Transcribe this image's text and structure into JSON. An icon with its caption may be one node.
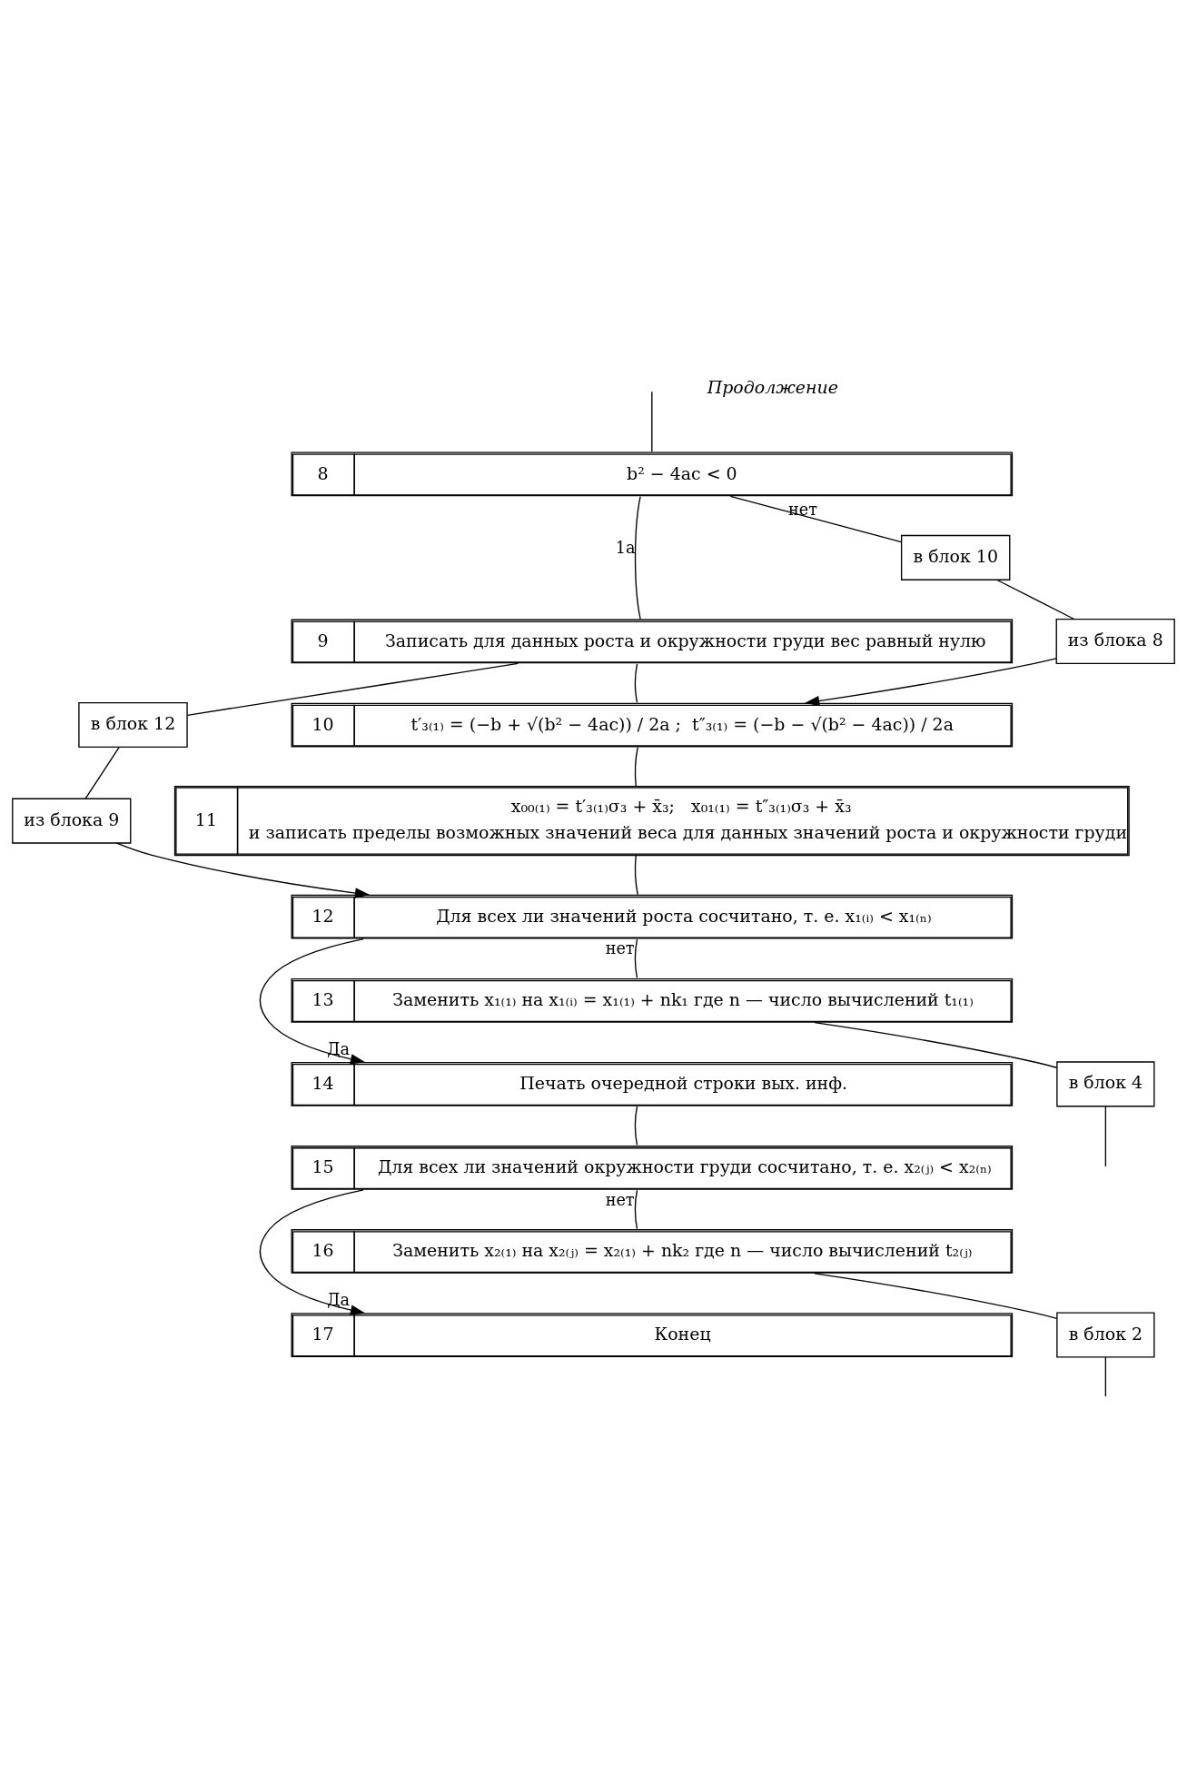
{
  "diagram": {
    "nodes": [
      {
        "text": [
          "8",
          "b² − 4ac < 0"
        ]
      },
      {
        "text": [
          "9",
          "Записать для данных роста и окружности груди вес равный нулю"
        ]
      },
      {
        "text": [
          "10",
          "t′₃₍₁₎ = (−b + √(b² − 4ac)) / 2a ;  t″₃₍₁₎ = (−b − √(b² − 4ac)) / 2a"
        ]
      },
      {
        "text": [
          "11",
          "x₀₀₍₁₎ = t′₃₍₁₎σ₃ + x̄₃;   x₀₁₍₁₎ = t″₃₍₁₎σ₃ + x̄₃",
          "и записать пределы возможных значений веса для данных значений роста и окружности груди"
        ]
      },
      {
        "text": [
          "12",
          "Для всех ли значений роста сосчитано, т. е. x₁₍ᵢ₎ < x₁₍ₙ₎"
        ]
      },
      {
        "text": [
          "13",
          "Заменить x₁₍₁₎ на x₁₍ᵢ₎ = x₁₍₁₎ + nk₁ где n — число вычислений t₁₍₁₎"
        ]
      },
      {
        "text": [
          "14",
          "Печать очередной строки вых. инф."
        ]
      },
      {
        "text": [
          "15",
          "Для всех ли значений окружности груди сосчитано, т. е. x₂₍ⱼ₎ < x₂₍ₙ₎"
        ]
      },
      {
        "text": [
          "16",
          "Заменить x₂₍₁₎ на x₂₍ⱼ₎ = x₂₍₁₎ + nk₂ где n — число вычислений t₂₍ⱼ₎"
        ]
      },
      {
        "text": [
          "17",
          "Конец"
        ]
      },
      {
        "text": [
          "в блок 10"
        ]
      },
      {
        "text": [
          "из блока 8"
        ]
      },
      {
        "text": [
          "в блок 12"
        ]
      },
      {
        "text": [
          "из блока 9"
        ]
      },
      {
        "text": [
          "в блок 4"
        ]
      },
      {
        "text": [
          "в блок 2"
        ]
      }
    ],
    "edges": [
      {
        "from": null,
        "to": 0,
        "arrow": "none"
      },
      {
        "from": 0,
        "to": 10,
        "label": "нет",
        "arrow": "none"
      },
      {
        "from": 0,
        "to": 1,
        "label": "1a",
        "arrow": "none"
      },
      {
        "from": 1,
        "to": 12,
        "arrow": "none"
      },
      {
        "from": 10,
        "to": 11,
        "arrow": "none"
      },
      {
        "from": 11,
        "to": 2,
        "arrow": "to"
      },
      {
        "from": 1,
        "to": 2,
        "arrow": "none"
      },
      {
        "from": 2,
        "to": 3,
        "arrow": "none"
      },
      {
        "from": 3,
        "to": 4,
        "arrow": "none"
      },
      {
        "from": 12,
        "to": 13,
        "arrow": "none"
      },
      {
        "from": 13,
        "to": 4,
        "arrow": "to"
      },
      {
        "from": 4,
        "to": 5,
        "label": "нет",
        "arrow": "none"
      },
      {
        "from": 4,
        "to": 6,
        "label": "Да",
        "arrow": "to"
      },
      {
        "from": 5,
        "to": 14,
        "arrow": "none"
      },
      {
        "from": 14,
        "to": null,
        "arrow": "none"
      },
      {
        "from": 6,
        "to": 7,
        "arrow": "none"
      },
      {
        "from": 7,
        "to": 9,
        "label": "Да",
        "arrow": "to"
      },
      {
        "from": 7,
        "to": 8,
        "label": "нет",
        "arrow": "none"
      },
      {
        "from": 8,
        "to": 15,
        "arrow": "none"
      },
      {
        "from": 15,
        "to": null,
        "arrow": "none"
      }
    ],
    "labels": [
      "Продолжение"
    ]
  }
}
